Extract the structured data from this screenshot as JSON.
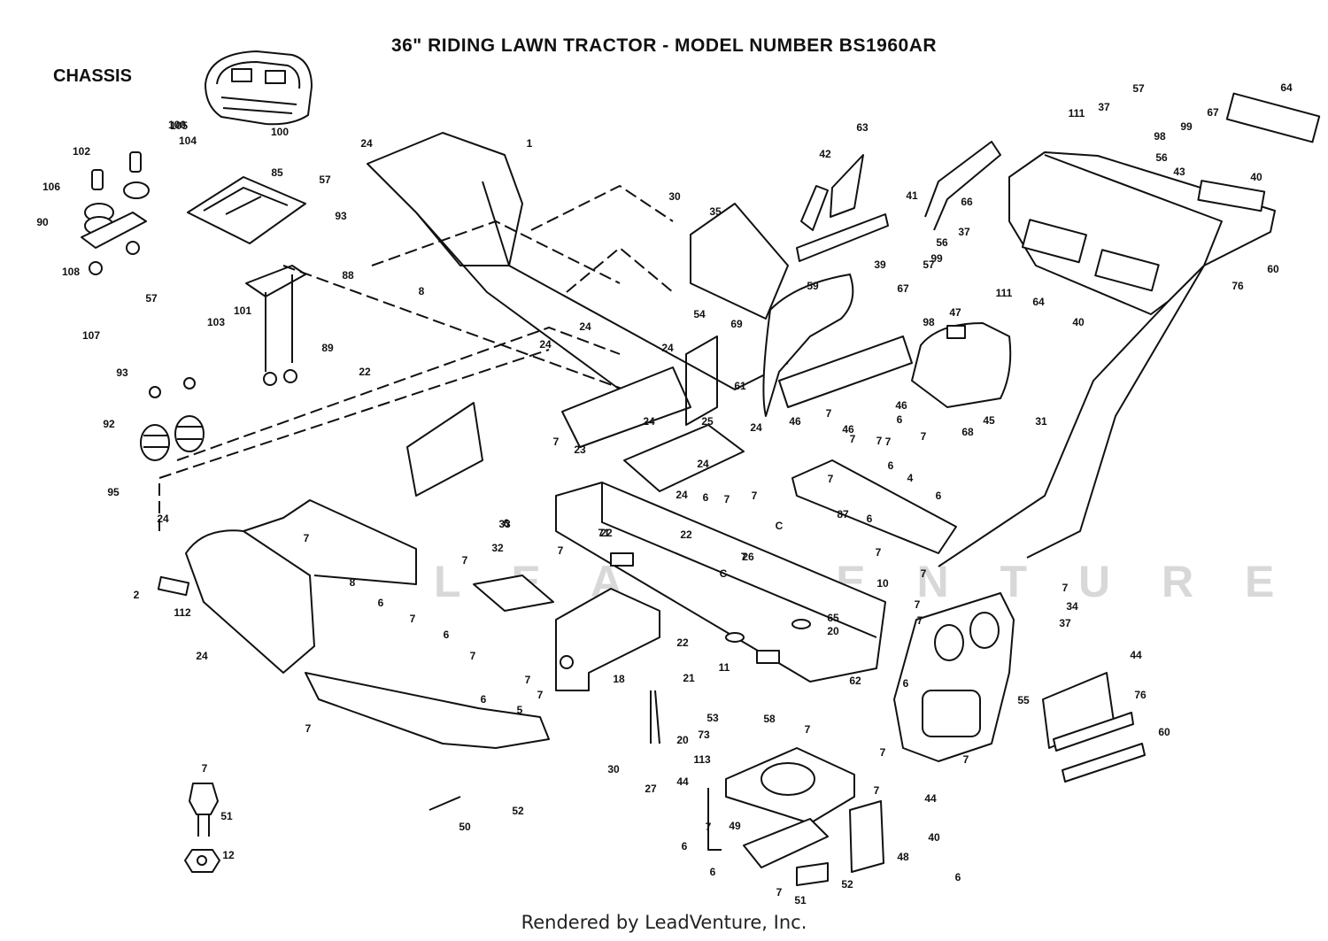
{
  "header": {
    "title": "36\" RIDING LAWN TRACTOR - MODEL NUMBER BS1960AR",
    "section": "CHASSIS"
  },
  "footer": {
    "credit": "Rendered by LeadVenture, Inc."
  },
  "watermark": {
    "text": "LEADVENTURE"
  },
  "callouts": [
    "100",
    "105",
    "104",
    "100",
    "102",
    "106",
    "90",
    "108",
    "107",
    "57",
    "85",
    "57",
    "93",
    "88",
    "103",
    "101",
    "89",
    "22",
    "93",
    "92",
    "95",
    "24",
    "24",
    "1",
    "8",
    "24",
    "24",
    "7",
    "23",
    "24",
    "24",
    "25",
    "24",
    "24",
    "22",
    "30",
    "35",
    "54",
    "69",
    "61",
    "42",
    "63",
    "41",
    "66",
    "59",
    "39",
    "46",
    "46",
    "46",
    "7",
    "6",
    "56",
    "37",
    "57",
    "99",
    "98",
    "67",
    "47",
    "45",
    "111",
    "64",
    "43",
    "40",
    "64",
    "40",
    "60",
    "76",
    "57",
    "37",
    "98",
    "99",
    "67",
    "111",
    "56",
    "31",
    "68",
    "7",
    "6",
    "4",
    "6",
    "6",
    "7",
    "7",
    "7",
    "2",
    "112",
    "24",
    "8",
    "6",
    "7",
    "6",
    "7",
    "6",
    "7",
    "5",
    "7",
    "32",
    "33",
    "7",
    "71",
    "22",
    "26",
    "7",
    "C",
    "7",
    "7",
    "18",
    "22",
    "21",
    "20",
    "30",
    "27",
    "11",
    "65",
    "20",
    "10",
    "7",
    "7",
    "7",
    "34",
    "37",
    "62",
    "6",
    "55",
    "44",
    "76",
    "60",
    "53",
    "58",
    "73",
    "113",
    "7",
    "7",
    "7",
    "7",
    "7",
    "44",
    "44",
    "6",
    "49",
    "40",
    "48",
    "6",
    "7",
    "51",
    "52",
    "6",
    "50",
    "52",
    "7",
    "51",
    "12",
    "6",
    "C",
    "87",
    "7",
    "7",
    "7",
    "7",
    "6",
    "7",
    "7",
    "24",
    "7",
    "46",
    "6",
    "6",
    "7",
    "7"
  ]
}
